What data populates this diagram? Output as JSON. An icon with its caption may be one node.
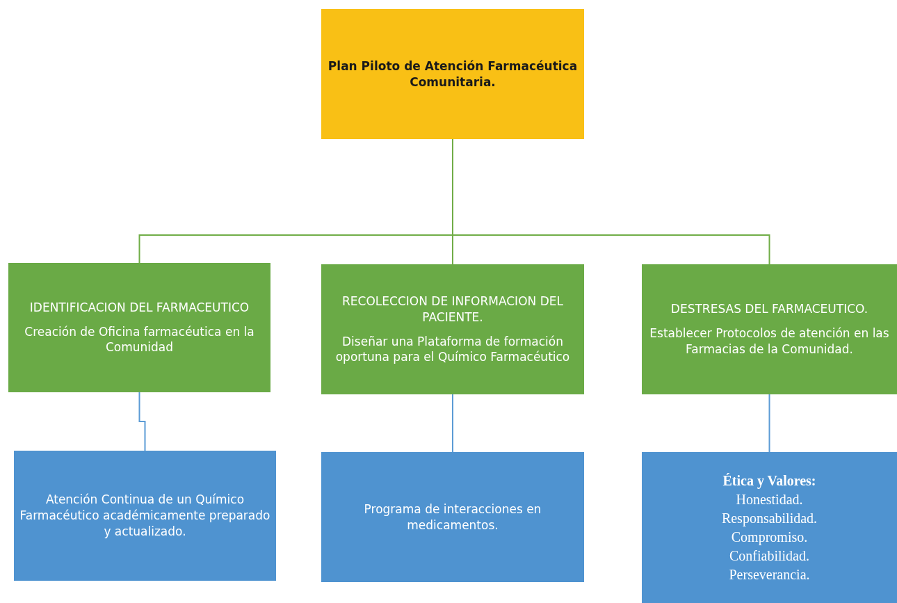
{
  "diagram": {
    "nodes": [
      {
        "text": [
          "Plan Piloto de Atención Farmacéutica Comunitaria."
        ]
      },
      {
        "text": [
          "IDENTIFICACION DEL FARMACEUTICO",
          "Creación de Oficina farmacéutica en la Comunidad"
        ]
      },
      {
        "text": [
          "RECOLECCION DE INFORMACION DEL PACIENTE.",
          "Diseñar una Plataforma de formación oportuna para el Químico Farmacéutico"
        ]
      },
      {
        "text": [
          "DESTRESAS DEL FARMACEUTICO.",
          "Establecer Protocolos de atención en las Farmacias de la Comunidad."
        ]
      },
      {
        "text": [
          "Atención Continua de un Químico Farmacéutico académicamente preparado y actualizado."
        ]
      },
      {
        "text": [
          "Programa de interacciones en medicamentos."
        ]
      },
      {
        "text": [
          "Ética y Valores:",
          "Honestidad.",
          "Responsabilidad.",
          "Compromiso.",
          "Confiabilidad.",
          "Perseverancia."
        ]
      }
    ],
    "edges": [
      {
        "from": 0,
        "to": 1,
        "arrow": "none",
        "color": "#70ad47"
      },
      {
        "from": 0,
        "to": 2,
        "arrow": "none",
        "color": "#70ad47"
      },
      {
        "from": 0,
        "to": 3,
        "arrow": "none",
        "color": "#70ad47"
      },
      {
        "from": 1,
        "to": 4,
        "arrow": "none",
        "color": "#5b9bd5"
      },
      {
        "from": 2,
        "to": 5,
        "arrow": "none",
        "color": "#5b9bd5"
      },
      {
        "from": 3,
        "to": 6,
        "arrow": "none",
        "color": "#5b9bd5"
      }
    ]
  }
}
